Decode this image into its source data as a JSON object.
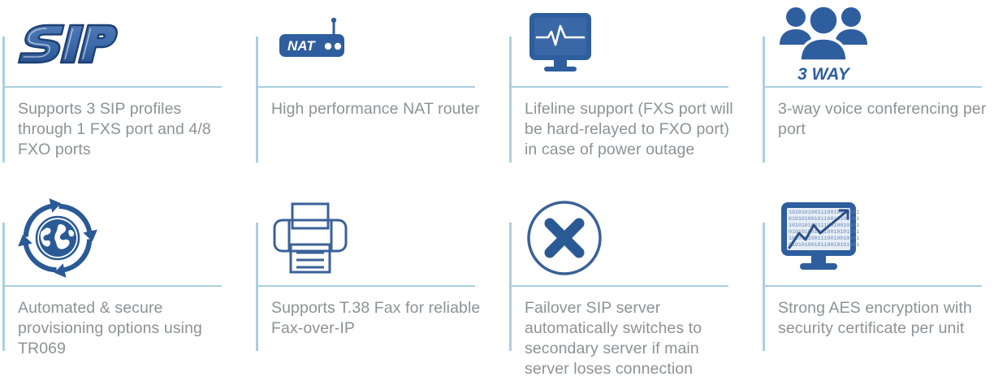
{
  "features": [
    {
      "id": "sip-profiles",
      "icon": "sip-logo-icon",
      "icon_label": "SIP",
      "text": "Supports 3 SIP profiles through 1 FXS port and 4/8 FXO ports"
    },
    {
      "id": "nat-router",
      "icon": "nat-router-icon",
      "icon_label": "NAT",
      "text": "High performance NAT router"
    },
    {
      "id": "lifeline-support",
      "icon": "lifeline-monitor-icon",
      "icon_label": "",
      "text": "Lifeline support (FXS port will be hard-relayed to FXO port) in case of power outage"
    },
    {
      "id": "three-way-conferencing",
      "icon": "three-people-icon",
      "icon_label": "3 WAY",
      "text": "3-way voice conferencing per port"
    },
    {
      "id": "provisioning",
      "icon": "globe-arrows-icon",
      "icon_label": "",
      "text": "Automated & secure provisioning options using TR069"
    },
    {
      "id": "fax-support",
      "icon": "printer-fax-icon",
      "icon_label": "",
      "text": "Supports T.38 Fax for reliable Fax-over-IP"
    },
    {
      "id": "failover-server",
      "icon": "circle-x-icon",
      "icon_label": "",
      "text": "Failover SIP server automatically switches to secondary server if main server loses connection"
    },
    {
      "id": "aes-encryption",
      "icon": "binary-chart-monitor-icon",
      "icon_label": "",
      "text": "Strong AES encryption with security certificate per unit"
    }
  ],
  "colors": {
    "icon_blue": "#2e5e9e",
    "icon_blue_dark": "#24518c",
    "divider_blue": "#a9cfe0",
    "text_gray": "#8d9296",
    "background": "#ffffff"
  }
}
